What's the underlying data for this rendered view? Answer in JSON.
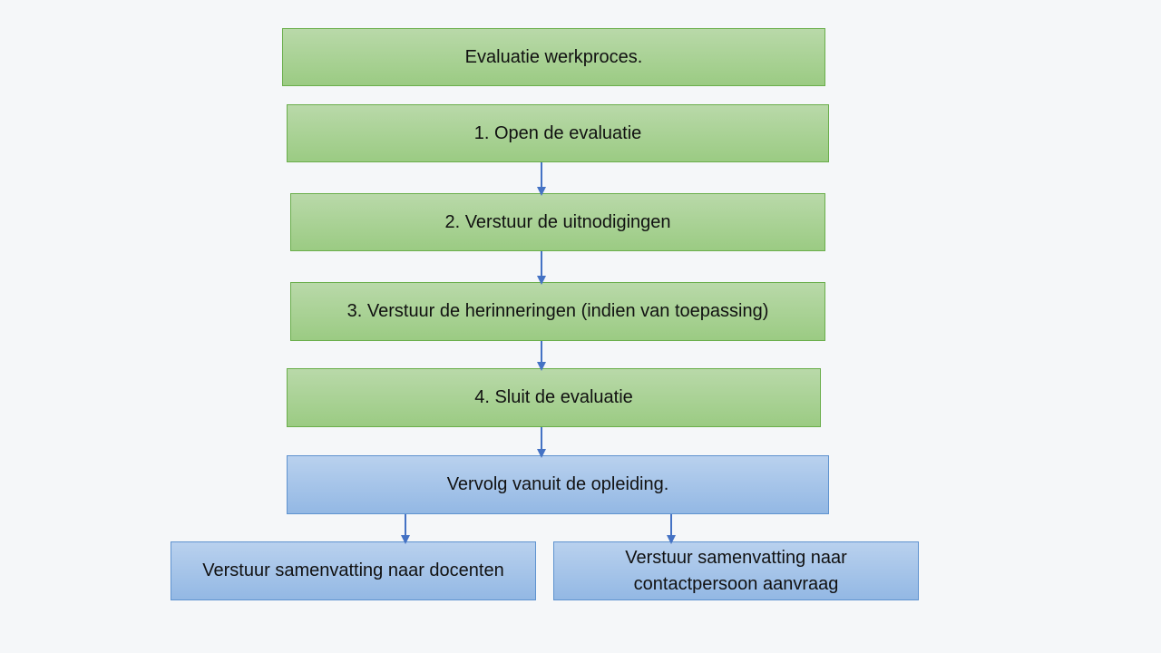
{
  "diagram": {
    "title": "Evaluatie werkproces.",
    "steps": [
      "1. Open de evaluatie",
      "2. Verstuur de uitnodigingen",
      "3. Verstuur de herinneringen (indien van toepassing)",
      "4. Sluit de evaluatie"
    ],
    "followup": "Vervolg vanuit de opleiding.",
    "branches": [
      "Verstuur samenvatting naar docenten",
      "Verstuur samenvatting naar contactpersoon aanvraag"
    ]
  },
  "colors": {
    "step_fill": "#a9d18e",
    "followup_fill": "#9dc3e6",
    "arrow": "#4472c4"
  }
}
